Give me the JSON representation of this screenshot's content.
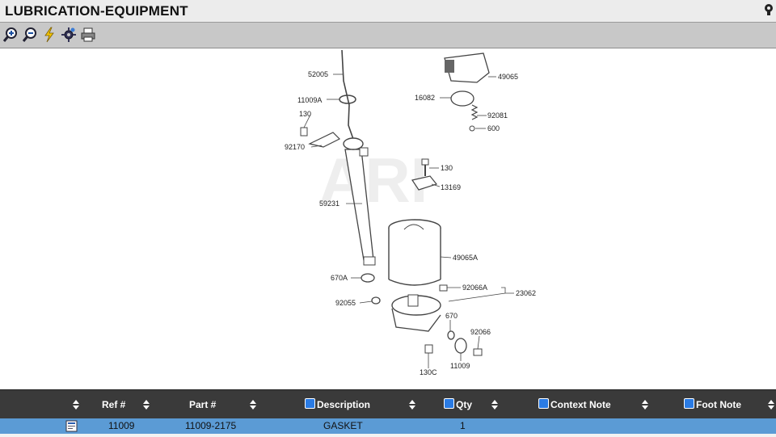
{
  "header": {
    "title": "LUBRICATION-EQUIPMENT"
  },
  "toolbar": {
    "buttons": [
      {
        "name": "zoom-in-icon"
      },
      {
        "name": "zoom-out-icon"
      },
      {
        "name": "lightning-icon"
      },
      {
        "name": "settings-icon"
      },
      {
        "name": "print-icon"
      }
    ]
  },
  "diagram": {
    "watermark": "ARI",
    "labels": {
      "p52005": "52005",
      "p11009A": "11009A",
      "p130_top": "130",
      "p92170": "92170",
      "p59231": "59231",
      "p670A": "670A",
      "p92055": "92055",
      "p49065": "49065",
      "p16082": "16082",
      "p92081": "92081",
      "p600": "600",
      "p130_mid": "130",
      "p13169": "13169",
      "p49065A": "49065A",
      "p92066A": "92066A",
      "p23062": "23062",
      "p670": "670",
      "p92066": "92066",
      "p11009": "11009",
      "p130C": "130C"
    }
  },
  "table": {
    "columns": {
      "ref": "Ref #",
      "part": "Part #",
      "description": "Description",
      "qty": "Qty",
      "context_note": "Context Note",
      "foot_note": "Foot Note"
    },
    "rows": [
      {
        "ref": "11009",
        "part": "11009-2175",
        "description": "GASKET",
        "qty": "1"
      }
    ]
  },
  "colors": {
    "header_bg": "#3a3a3a",
    "row_selected": "#5b9bd5",
    "toolbar_bg": "#c8c8c8"
  }
}
